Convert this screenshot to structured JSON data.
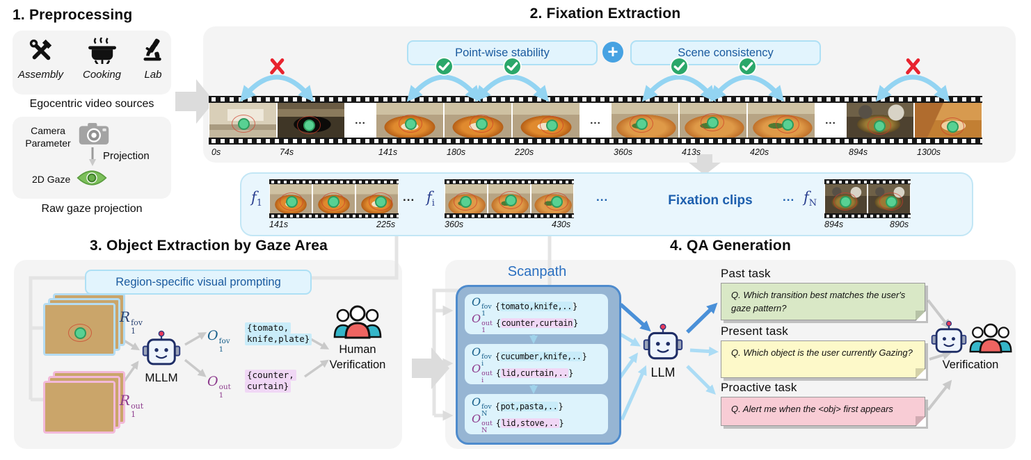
{
  "figure": {
    "p1": {
      "title": "1. Preprocessing",
      "sources": {
        "items": [
          {
            "label": "Assembly",
            "icon": "tools-icon"
          },
          {
            "label": "Cooking",
            "icon": "cooking-pot-icon"
          },
          {
            "label": "Lab",
            "icon": "microscope-icon"
          }
        ],
        "caption": "Egocentric video sources"
      },
      "gaze_box": {
        "camera_label": "Camera Parameter",
        "projection_label": "Projection",
        "gaze_label": "2D Gaze",
        "caption": "Raw gaze projection"
      }
    },
    "p2": {
      "title": "2. Fixation Extraction",
      "criteria_left": "Point-wise stability",
      "criteria_right": "Scene consistency",
      "pair_results": [
        "fail",
        "pass",
        "pass",
        "pass",
        "pass",
        "fail"
      ],
      "frame_times": [
        "0s",
        "74s",
        "141s",
        "180s",
        "220s",
        "360s",
        "413s",
        "420s",
        "894s",
        "1300s"
      ],
      "ellipsis": "...",
      "clips_label": "Fixation clips",
      "clips": [
        {
          "var": "f",
          "sub": "1",
          "start": "141s",
          "end": "225s"
        },
        {
          "var": "f",
          "sub": "i",
          "start": "360s",
          "end": "430s"
        },
        {
          "var": "f",
          "sub": "N",
          "start": "894s",
          "end": "890s"
        }
      ]
    },
    "p3": {
      "title": "3. Object Extraction by Gaze Area",
      "prompt_label": "Region-specific visual prompting",
      "region_fov": {
        "base": "R",
        "sub": "1",
        "sup": "fov"
      },
      "region_out": {
        "base": "R",
        "sub": "1",
        "sup": "out"
      },
      "model_label": "MLLM",
      "out_fov": {
        "base": "O",
        "sub": "1",
        "sup": "fov",
        "line1": "{tomato,",
        "line2": "knife,plate}"
      },
      "out_out": {
        "base": "O",
        "sub": "1",
        "sup": "out",
        "line1": "{counter,",
        "line2": "curtain}"
      },
      "verifier_label": "Human Verification"
    },
    "p4": {
      "title": "4. QA Generation",
      "scanpath_label": "Scanpath",
      "cards": [
        {
          "fov": {
            "base": "O",
            "sub": "1",
            "sup": "fov",
            "open": "{",
            "body": "tomato,knife,..",
            "close": "}"
          },
          "out": {
            "base": "O",
            "sub": "1",
            "sup": "out",
            "open": "{",
            "body": "counter,curtain",
            "close": "}"
          }
        },
        {
          "fov": {
            "base": "O",
            "sub": "i",
            "sup": "fov",
            "open": "{",
            "body": "cucumber,knife,..",
            "close": "}"
          },
          "out": {
            "base": "O",
            "sub": "i",
            "sup": "out",
            "open": "{",
            "body": "lid,curtain,..",
            "close": "}"
          }
        },
        {
          "fov": {
            "base": "O",
            "sub": "N",
            "sup": "fov",
            "open": "{",
            "body": "pot,pasta,..",
            "close": "}"
          },
          "out": {
            "base": "O",
            "sub": "N",
            "sup": "out",
            "open": "{",
            "body": "lid,stove,..",
            "close": "}"
          }
        }
      ],
      "llm_label": "LLM",
      "tasks": [
        {
          "heading": "Past task",
          "question": "Q. Which transition best matches the user's gaze pattern?",
          "note_color": "#d9e8c6"
        },
        {
          "heading": "Present task",
          "question": "Q. Which object is the user currently Gazing?",
          "note_color": "#fdf9c9"
        },
        {
          "heading": "Proactive task",
          "question": "Q. Alert me when the <obj> first appears",
          "note_color": "#f8ccd5"
        }
      ],
      "verification_label": "Verification"
    },
    "colors": {
      "criteria_text": "#1a5a9e",
      "check_green": "#2aa76a",
      "fail_red": "#e8232e",
      "arc_blue": "#93d4f2",
      "fov_color": "#19618c",
      "out_color": "#8d3b8d",
      "gaze_green": "#58d193"
    }
  }
}
